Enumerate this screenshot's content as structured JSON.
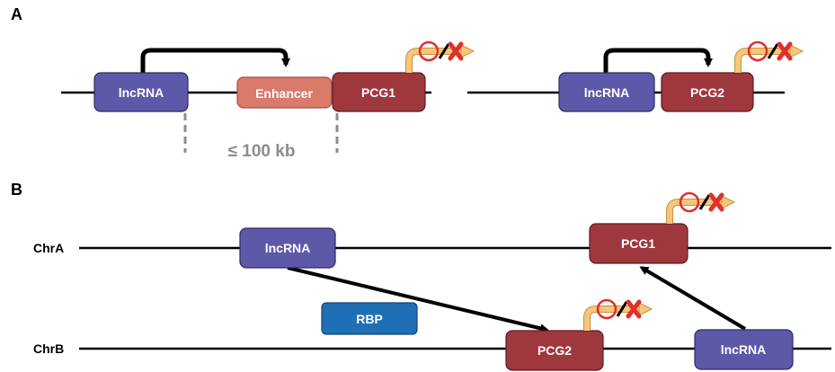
{
  "panels": {
    "a": "A",
    "b": "B"
  },
  "panel_a": {
    "left": {
      "lncrna": "lncRNA",
      "enhancer": "Enhancer",
      "pcg": "PCG1",
      "distance": "≤ 100 kb"
    },
    "right": {
      "lncrna": "lncRNA",
      "pcg": "PCG2"
    }
  },
  "panel_b": {
    "chr_a": "ChrA",
    "chr_b": "ChrB",
    "lncrna_a": "lncRNA",
    "pcg1": "PCG1",
    "rbp": "RBP",
    "pcg2": "PCG2",
    "lncrna_b": "lncRNA"
  },
  "colors": {
    "lncrna": "#5e58a8",
    "enhancer": "#d97a6a",
    "pcg": "#9e383e",
    "rbp": "#1f6fb5",
    "promoter_arrow": "#f5c77e",
    "block_circle": "#e0302a",
    "block_x": "#e0302a",
    "distance_text": "#8c8c8c"
  },
  "icons": [
    "promoter-arrow-icon",
    "no-symbol-icon",
    "cross-icon"
  ]
}
